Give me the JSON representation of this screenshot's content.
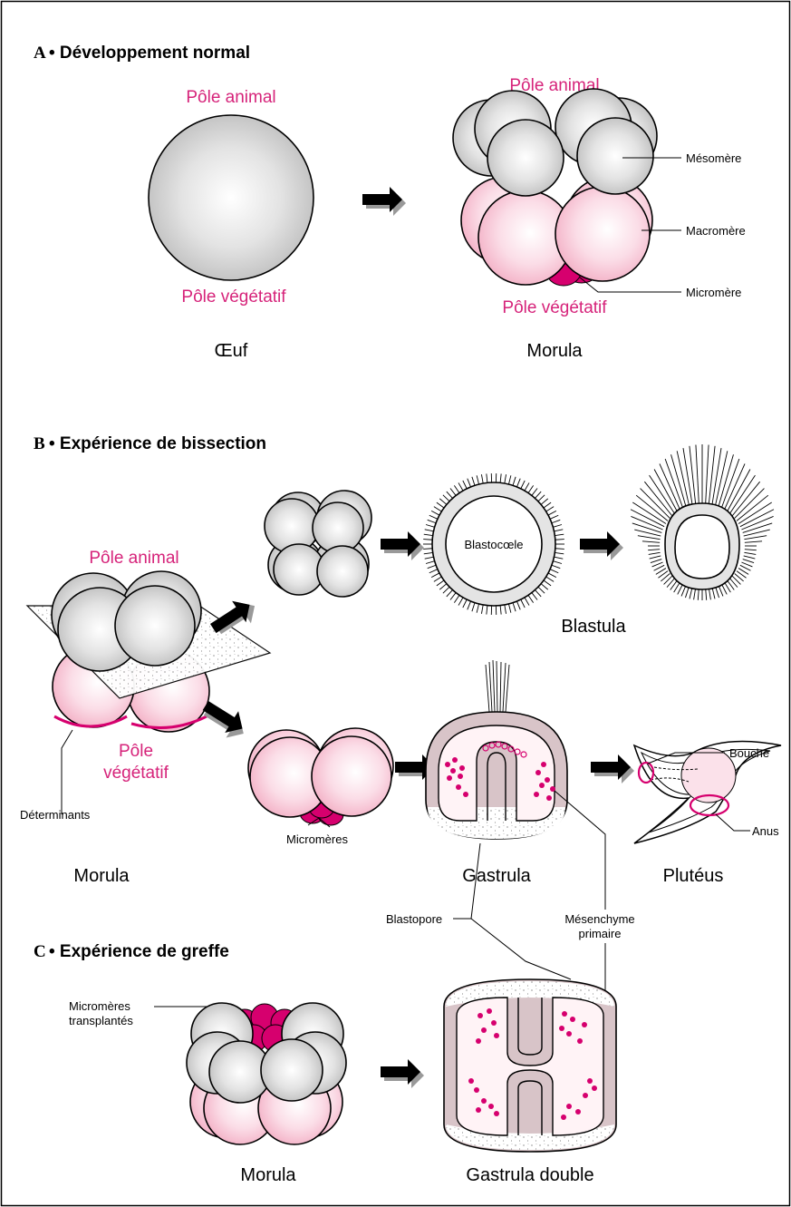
{
  "sections": {
    "a": {
      "letter": "A",
      "title": "• Développement normal"
    },
    "b": {
      "letter": "B",
      "title": "• Expérience de bissection"
    },
    "c": {
      "letter": "C",
      "title": "• Expérience de greffe"
    }
  },
  "labels": {
    "pole_animal": "Pôle animal",
    "pole_vegetatif": "Pôle végétatif",
    "pole_vegetatif_line1": "Pôle",
    "pole_vegetatif_line2": "végétatif",
    "oeuf": "Œuf",
    "morula": "Morula",
    "mesomere": "Mésomère",
    "macromere": "Macromère",
    "micromere": "Micromère",
    "blastocoele": "Blastocœle",
    "blastula": "Blastula",
    "determinants": "Déterminants",
    "micromeres": "Micromères",
    "gastrula": "Gastrula",
    "pluteus": "Plutéus",
    "bouche": "Bouche",
    "anus": "Anus",
    "blastopore": "Blastopore",
    "mesenchyme_line1": "Mésenchyme",
    "mesenchyme_line2": "primaire",
    "micromeres_transplantes_line1": "Micromères",
    "micromeres_transplantes_line2": "transplantés",
    "gastrula_double": "Gastrula double"
  },
  "colors": {
    "pole_text": "#d6237a",
    "micromere_fill": "#d6006e",
    "pink_cell": "#f7c6d6",
    "gray_cell": "#c8c8c8"
  }
}
